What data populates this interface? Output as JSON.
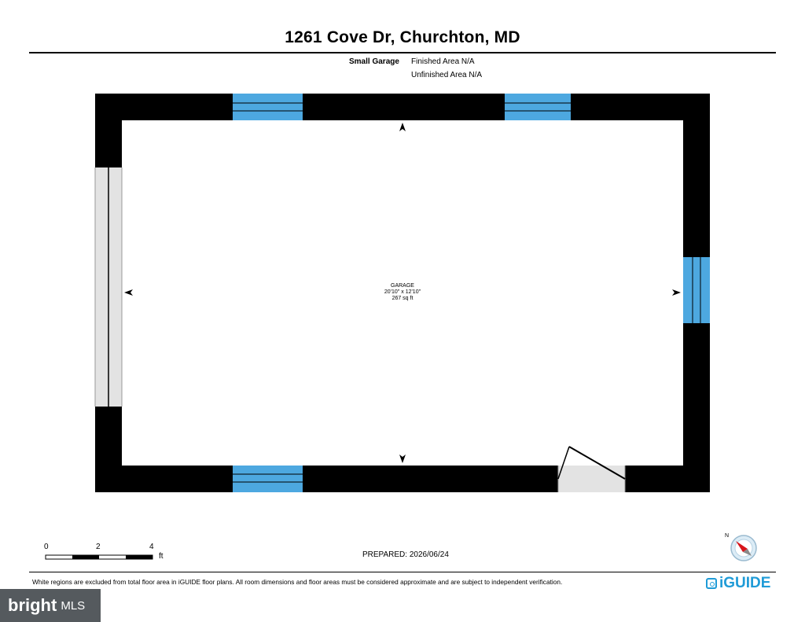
{
  "header": {
    "title": "1261 Cove Dr, Churchton, MD"
  },
  "area": {
    "label": "Small Garage",
    "finished": "Finished Area N/A",
    "unfinished": "Unfinished Area N/A"
  },
  "room": {
    "name": "GARAGE",
    "dimensions": "20'10\" x 12'10\"",
    "area": "267 sq ft"
  },
  "scale": {
    "ticks": [
      "0",
      "2",
      "4"
    ],
    "unit": "ft"
  },
  "prepared": "PREPARED: 2026/06/24",
  "compass": {
    "label": "N"
  },
  "footer": {
    "disclaimer": "White regions are excluded from total floor area in iGUIDE floor plans. All room dimensions and floor areas must be considered approximate and are subject to independent verification.",
    "brand": "iGUIDE"
  },
  "watermark": {
    "bright": "bright",
    "mls": "MLS"
  },
  "colors": {
    "wall": "#000000",
    "window": "#4da8e0",
    "door_opening": "#e3e3e3",
    "brand": "#1f9bd7"
  }
}
